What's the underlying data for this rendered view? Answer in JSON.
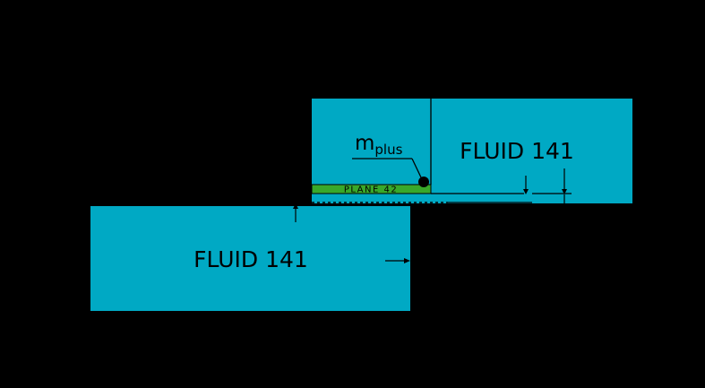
{
  "colors": {
    "background": "#000000",
    "fluid": "#00a9c4",
    "plane": "#39a82a",
    "line": "#000000"
  },
  "labels": {
    "fluid_upper": "FLUID 141",
    "fluid_lower": "FLUID 141",
    "plane": "PLANE 42",
    "particle_main": "m",
    "particle_sub": "plus"
  }
}
